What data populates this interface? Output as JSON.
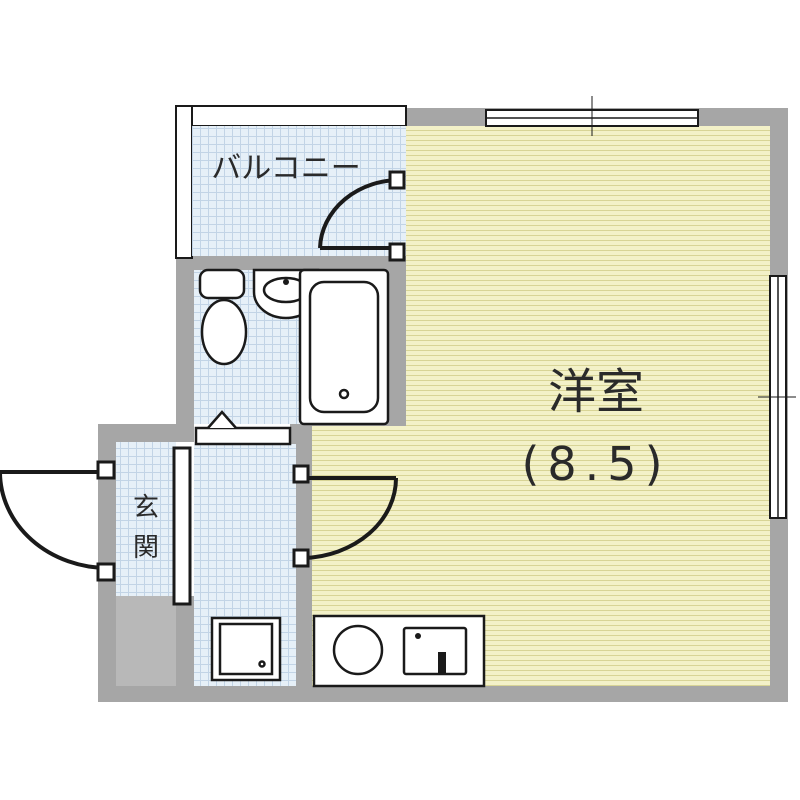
{
  "rooms": {
    "western_room": {
      "name": "洋室",
      "size": "(8.5)"
    },
    "balcony": {
      "name": "バルコニー"
    },
    "entrance": {
      "name_line1": "玄",
      "name_line2": "関"
    }
  },
  "colors": {
    "wall": "#a6a6a6",
    "wall_dark": "#8c8c8c",
    "tatami_fill": "#f3f1c8",
    "tatami_line": "#d8d496",
    "tile_fill": "#e6f0f8",
    "tile_line": "#c2d4e6",
    "door": "#1a1a1a",
    "fixture": "#ffffff"
  }
}
